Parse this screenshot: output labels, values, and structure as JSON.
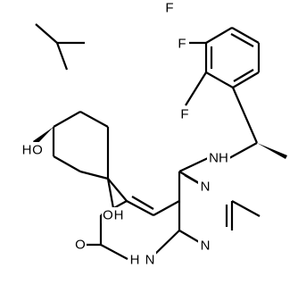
{
  "structure": {
    "atoms": {
      "f1": "F",
      "f2": "F",
      "f3": "F",
      "nh": "NH",
      "n_upper": "N",
      "n_lower": "N",
      "nh_ring": "N",
      "h_ring": "H",
      "oh_top_o": "O",
      "oh_top_h": "H",
      "oh_mid_o": "O",
      "oh_mid_h": "H",
      "o_carbonyl": "O"
    }
  }
}
